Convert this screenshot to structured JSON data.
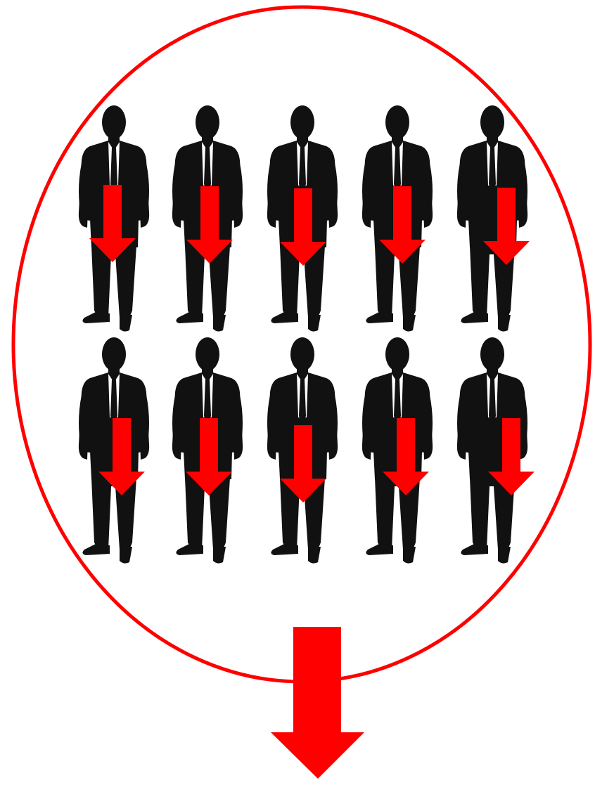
{
  "diagram": {
    "colors": {
      "accent": "#ff0000",
      "figure": "#111111",
      "shirt": "#ffffff",
      "background": "#ffffff"
    },
    "group": {
      "shape": "ellipse-outline",
      "rows": 2,
      "columns": 5,
      "figure_icon": "businessman-silhouette-icon",
      "small_arrow_icon": "down-arrow-icon"
    },
    "output_arrow": {
      "icon": "down-arrow-icon",
      "direction": "down"
    }
  }
}
